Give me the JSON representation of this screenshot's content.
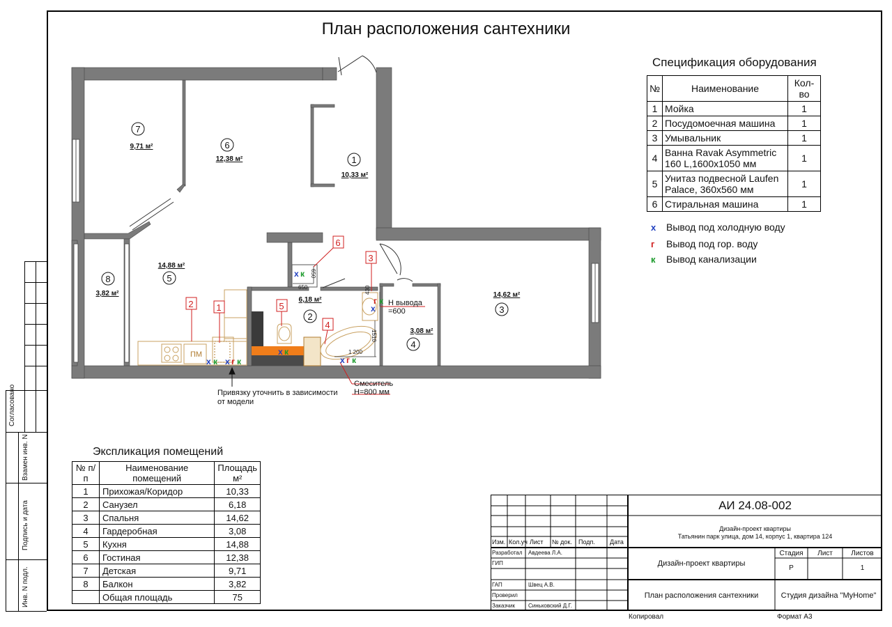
{
  "title": "План расположения сантехники",
  "spec": {
    "title": "Спецификация оборудования",
    "headers": [
      "№",
      "Наименование",
      "Кол-во"
    ],
    "rows": [
      {
        "n": "1",
        "name": "Мойка",
        "qty": "1"
      },
      {
        "n": "2",
        "name": "Посудомоечная машина",
        "qty": "1"
      },
      {
        "n": "3",
        "name": "Умывальник",
        "qty": "1"
      },
      {
        "n": "4",
        "name": "Ванна Ravak Asymmetric 160 L,1600x1050 мм",
        "qty": "1"
      },
      {
        "n": "5",
        "name": "Унитаз подвесной Laufen Palace, 360x560 мм",
        "qty": "1"
      },
      {
        "n": "6",
        "name": "Стиральная машина",
        "qty": "1"
      }
    ]
  },
  "legend": [
    {
      "sym": "x",
      "color": "#1f3fbf",
      "label": "Вывод под холодную воду"
    },
    {
      "sym": "г",
      "color": "#d01f1f",
      "label": "Вывод под гор. воду"
    },
    {
      "sym": "к",
      "color": "#1a9a2a",
      "label": "Вывод канализации"
    }
  ],
  "explication": {
    "title": "Экспликация помещений",
    "headers": [
      "№ п/п",
      "Наименование помещений",
      "Площадь м²"
    ],
    "rows": [
      {
        "n": "1",
        "name": "Прихожая/Коридор",
        "area": "10,33"
      },
      {
        "n": "2",
        "name": "Санузел",
        "area": "6,18"
      },
      {
        "n": "3",
        "name": "Спальня",
        "area": "14,62"
      },
      {
        "n": "4",
        "name": "Гардеробная",
        "area": "3,08"
      },
      {
        "n": "5",
        "name": "Кухня",
        "area": "14,88"
      },
      {
        "n": "6",
        "name": "Гостиная",
        "area": "12,38"
      },
      {
        "n": "7",
        "name": "Детская",
        "area": "9,71"
      },
      {
        "n": "8",
        "name": "Балкон",
        "area": "3,82"
      }
    ],
    "total_label": "Общая площадь",
    "total_area": "75"
  },
  "plan": {
    "rooms": [
      {
        "num": "1",
        "area": "10,33 м²"
      },
      {
        "num": "2",
        "area": "6,18 м²"
      },
      {
        "num": "3",
        "area": "14,62 м²"
      },
      {
        "num": "4",
        "area": "3,08 м²"
      },
      {
        "num": "5",
        "area": "14,88 м²"
      },
      {
        "num": "6",
        "area": "12,38 м²"
      },
      {
        "num": "7",
        "area": "9,71 м²"
      },
      {
        "num": "8",
        "area": "3,82 м²"
      }
    ],
    "markers": [
      "1",
      "2",
      "3",
      "4",
      "5",
      "6"
    ],
    "pm_label": "ПМ",
    "dims": {
      "d650a": "650",
      "d650b": "650",
      "d430": "430",
      "d1510": "1510",
      "d1200": "1 200"
    },
    "notes": {
      "h_vyvoda_1": "Н вывода",
      "h_vyvoda_2": "=600",
      "mixer_1": "Смеситель",
      "mixer_2": "Н=800 мм",
      "binding_1": "Привязку уточнить в зависимости",
      "binding_2": "от модели"
    },
    "symbols": {
      "x": "x",
      "g": "г",
      "k": "к"
    }
  },
  "sidebar": {
    "soglasovano": "Согласовано",
    "vzamen": "Взамен инв. N",
    "podpis": "Подпись и дата",
    "inv": "Инв. N подл."
  },
  "stamp": {
    "code": "АИ 24.08-002",
    "project_title": "Дизайн-проект квартиры",
    "address": "Татьянин парк улица, дом 14, корпус 1, квартира 124",
    "col_headers": [
      "Изм.",
      "Кол.уч",
      "Лист",
      "№ док.",
      "Подп.",
      "Дата"
    ],
    "roles": [
      {
        "role": "Разработал",
        "name": "Авдеева Л.А."
      },
      {
        "role": "ГИП",
        "name": ""
      },
      {
        "role": "ГАП",
        "name": "Швец А.В."
      },
      {
        "role": "Проверил",
        "name": ""
      },
      {
        "role": "Заказчик",
        "name": "Синьковский Д.Г."
      }
    ],
    "doc_name": "Дизайн-проект квартиры",
    "sheet_name": "План расположения сантехники",
    "stage_label": "Стадия",
    "sheet_label": "Лист",
    "sheets_label": "Листов",
    "stage": "Р",
    "sheet": "",
    "sheets": "1",
    "studio": "Студия дизайна \"MyHome\""
  },
  "bottom": {
    "kopiroval": "Копировал",
    "format": "Формат А3"
  }
}
